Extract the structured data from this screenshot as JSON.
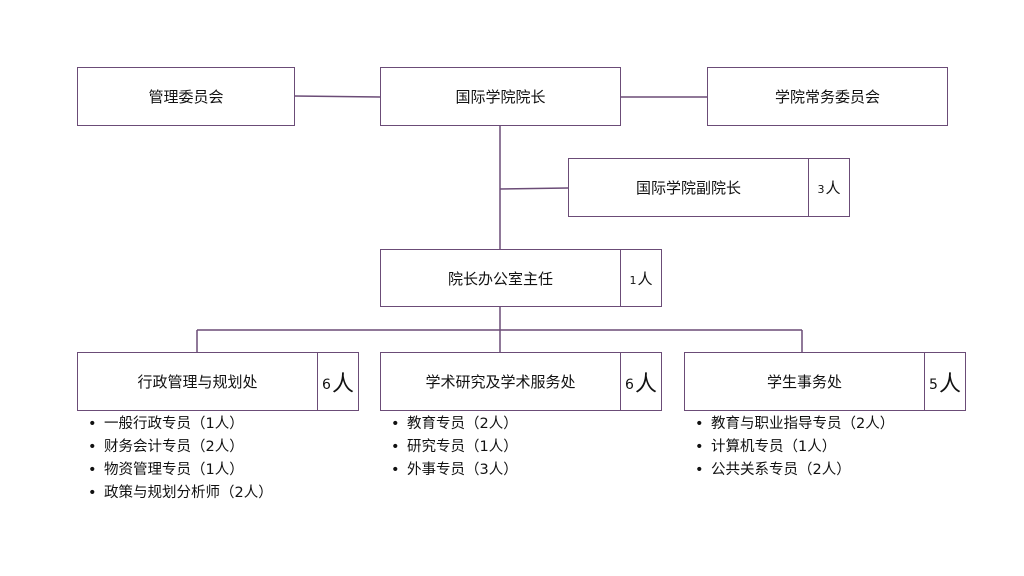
{
  "org": {
    "management_committee": "管理委员会",
    "dean": "国际学院院长",
    "standing_committee": "学院常务委员会",
    "vice_dean": {
      "title": "国际学院副院长",
      "count": "3",
      "unit": "人"
    },
    "office_director": {
      "title": "院长办公室主任",
      "count": "1",
      "unit": "人"
    },
    "departments": [
      {
        "title": "行政管理与规划处",
        "count": "6",
        "unit": "人",
        "staff": [
          "一般行政专员（1人）",
          "财务会计专员（2人）",
          "物资管理专员（1人）",
          "政策与规划分析师（2人）"
        ]
      },
      {
        "title": "学术研究及学术服务处",
        "count": "6",
        "unit": "人",
        "staff": [
          "教育专员（2人）",
          "研究专员（1人）",
          "外事专员（3人）"
        ]
      },
      {
        "title": "学生事务处",
        "count": "5",
        "unit": "人",
        "staff": [
          "教育与职业指导专员（2人）",
          "计算机专员（1人）",
          "公共关系专员（2人）"
        ]
      }
    ]
  }
}
